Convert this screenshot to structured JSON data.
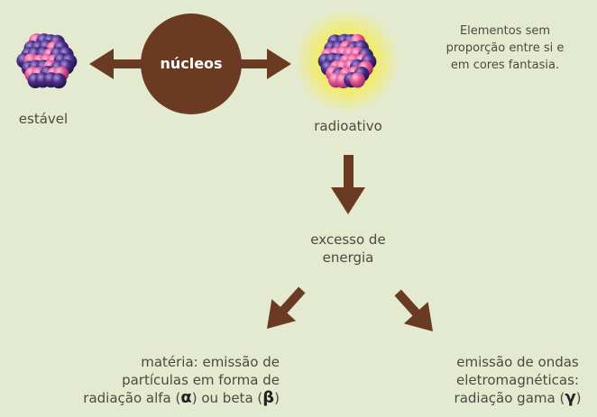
{
  "hub": {
    "label": "núcleos"
  },
  "labels": {
    "stable": "estável",
    "radioactive": "radioativo",
    "excess": [
      "excesso de",
      "energia"
    ],
    "note": [
      "Elementos sem",
      "proporção entre si e",
      "em cores fantasia."
    ]
  },
  "branches": {
    "matter": {
      "lines": [
        "matéria: emissão de",
        "partículas em forma de"
      ],
      "line3_start": "radiação alfa (",
      "alpha": "α",
      "line3_mid": ") ou beta (",
      "beta": "β",
      "line3_end": ")"
    },
    "waves": {
      "lines": [
        "emissão de ondas",
        "eletromagnéticas:"
      ],
      "line3_start": "radiação gama (",
      "gamma": "γ",
      "line3_end": ")"
    }
  },
  "colors": {
    "background": "#e4ead0",
    "hub": "#6b3a22",
    "arrow": "#6b3a22",
    "proton": "#e85a9a",
    "neutron": "#4a2f86",
    "glow": "#f4ec5a"
  }
}
